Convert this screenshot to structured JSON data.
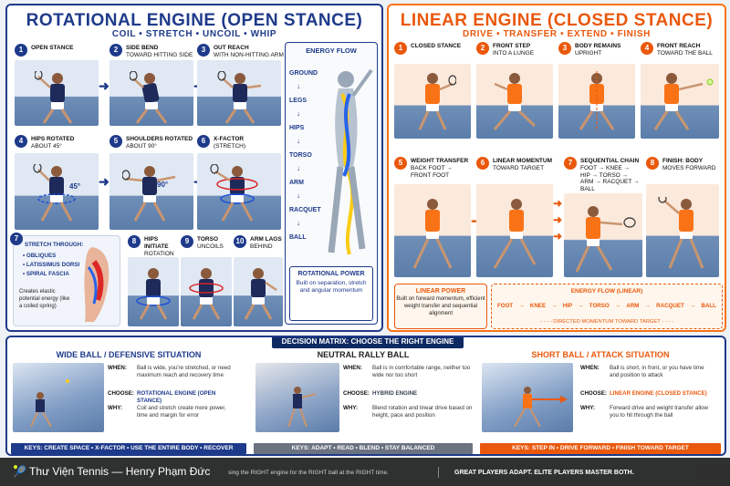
{
  "colors": {
    "blue": "#1e3a8a",
    "orange": "#ea580c",
    "gray": "#6b7280"
  },
  "rotational": {
    "title": "ROTATIONAL ENGINE (OPEN STANCE)",
    "subtitle": "COIL • STRETCH • UNCOIL • WHIP",
    "steps": [
      {
        "num": "1",
        "label": "OPEN STANCE",
        "sub": ""
      },
      {
        "num": "2",
        "label": "SIDE BEND",
        "sub": "TOWARD HITTING SIDE"
      },
      {
        "num": "3",
        "label": "OUT REACH",
        "sub": "WITH NON-HITTING ARM"
      },
      {
        "num": "4",
        "label": "HIPS ROTATED",
        "sub": "ABOUT 45°"
      },
      {
        "num": "5",
        "label": "SHOULDERS ROTATED",
        "sub": "ABOUT 90°"
      },
      {
        "num": "6",
        "label": "X-FACTOR",
        "sub": "(STRETCH)"
      },
      {
        "num": "8",
        "label": "HIPS INITIATE",
        "sub": "ROTATION"
      },
      {
        "num": "9",
        "label": "TORSO",
        "sub": "UNCOILS"
      },
      {
        "num": "10",
        "label": "ARM LAGS",
        "sub": "BEHIND"
      }
    ],
    "angle_45": "45°",
    "angle_90": "90°",
    "stretch": {
      "num": "7",
      "header": "STRETCH THROUGH:",
      "items": [
        "• OBLIQUES",
        "• LATISSIMUS DORSI",
        "• SPIRAL FASCIA"
      ],
      "desc": "Creates elastic potential energy (like a coiled spring)"
    },
    "energy_flow": {
      "title": "ENERGY FLOW",
      "items": [
        "GROUND",
        "LEGS",
        "HIPS",
        "TORSO",
        "ARM",
        "RACQUET",
        "BALL"
      ]
    },
    "power": {
      "title": "ROTATIONAL POWER",
      "desc": "Built on separation, stretch and angular momentum"
    }
  },
  "linear": {
    "title": "LINEAR ENGINE (CLOSED STANCE)",
    "subtitle": "DRIVE • TRANSFER • EXTEND • FINISH",
    "steps": [
      {
        "num": "1",
        "label": "CLOSED STANCE",
        "sub": ""
      },
      {
        "num": "2",
        "label": "FRONT STEP",
        "sub": "INTO A LUNGE"
      },
      {
        "num": "3",
        "label": "BODY REMAINS",
        "sub": "UPRIGHT"
      },
      {
        "num": "4",
        "label": "FRONT REACH",
        "sub": "TOWARD THE BALL"
      },
      {
        "num": "5",
        "label": "WEIGHT TRANSFER",
        "sub": "BACK FOOT → FRONT FOOT"
      },
      {
        "num": "6",
        "label": "LINEAR MOMENTUM",
        "sub": "TOWARD TARGET"
      },
      {
        "num": "7",
        "label": "SEQUENTIAL CHAIN",
        "sub": "FOOT → KNEE → HIP → TORSO → ARM → RACQUET → BALL"
      },
      {
        "num": "8",
        "label": "FINISH: BODY",
        "sub": "MOVES FORWARD"
      }
    ],
    "power": {
      "title": "LINEAR POWER",
      "desc": "Built on forward momentum, efficient weight transfer and sequential alignment"
    },
    "energy_flow": {
      "title": "ENERGY FLOW (LINEAR)",
      "items": [
        "FOOT",
        "KNEE",
        "HIP",
        "TORSO",
        "ARM",
        "RACQUET",
        "BALL"
      ],
      "note": "- - - - DIRECTED MOMENTUM TOWARD TARGET - - - -"
    }
  },
  "matrix": {
    "title": "DECISION MATRIX: CHOOSE THE RIGHT ENGINE",
    "columns": [
      {
        "title": "WIDE BALL / DEFENSIVE SITUATION",
        "when": "Ball is wide, you're stretched, or need maximum reach and recovery time",
        "choose": "ROTATIONAL ENGINE (OPEN STANCE)",
        "why": "Coil and stretch create more power, time and margin for error",
        "keys": "KEYS:  CREATE SPACE  •  X-FACTOR  •  USE THE ENTIRE BODY  •  RECOVER"
      },
      {
        "title": "NEUTRAL RALLY BALL",
        "when": "Ball is in comfortable range, neither too wide nor too short",
        "choose": "HYBRID ENGINE",
        "why": "Blend rotation and linear drive based on height, pace and position",
        "keys": "KEYS:  ADAPT  •  READ  •  BLEND  •  STAY BALANCED"
      },
      {
        "title": "SHORT BALL / ATTACK SITUATION",
        "when": "Ball is short, in front, or you have time and position to attack",
        "choose": "LINEAR ENGINE (CLOSED STANCE)",
        "why": "Forward drive and weight transfer allow you to hit through the ball",
        "keys": "KEYS:  STEP IN  •  DRIVE FORWARD  •  FINISH TOWARD TARGET"
      }
    ],
    "labels": {
      "when": "WHEN:",
      "choose": "CHOOSE:",
      "why": "WHY:"
    }
  },
  "footer": {
    "caption": "🎾 Thư Viện Tennis — Henry Phạm Đức",
    "tagline_left": "sing the RIGHT engine for the RIGHT ball at the RIGHT time.",
    "tagline_right": "GREAT PLAYERS ADAPT. ELITE PLAYERS MASTER BOTH."
  }
}
